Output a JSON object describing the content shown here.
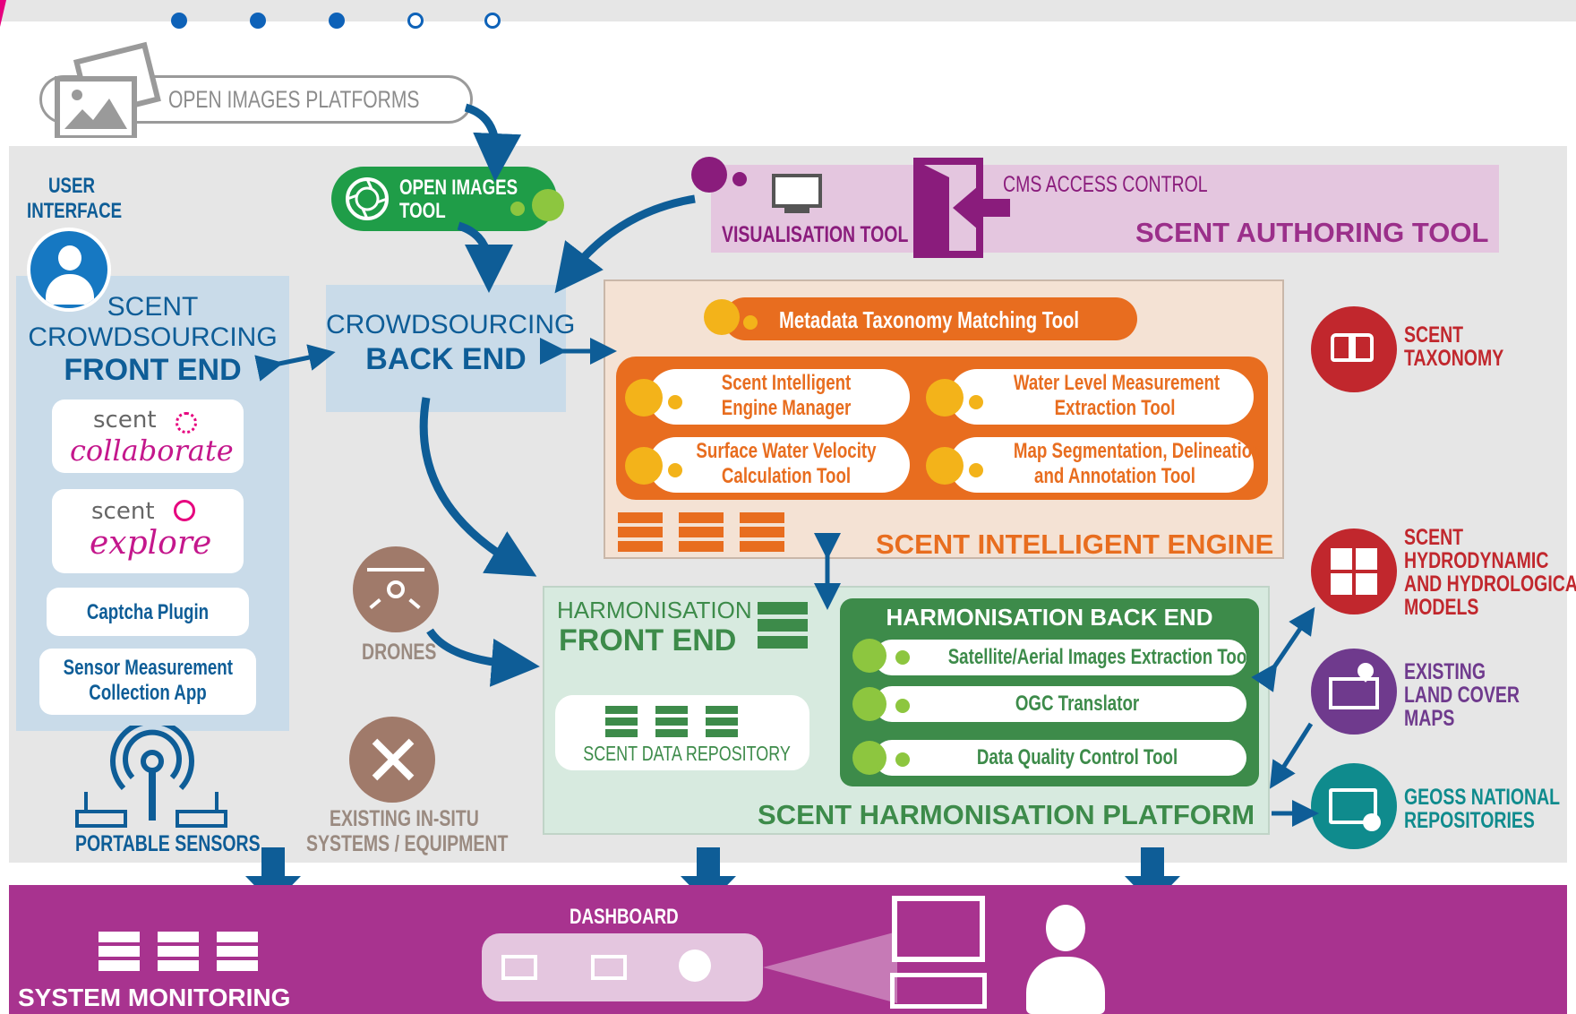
{
  "pager": {
    "dots": [
      "filled",
      "filled",
      "filled",
      "empty",
      "empty"
    ]
  },
  "open_images_platforms": "OPEN IMAGES PLATFORMS",
  "open_images_tool": {
    "line1": "OPEN IMAGES",
    "line2": "TOOL"
  },
  "user_interface": {
    "line1": "USER",
    "line2": "INTERFACE"
  },
  "crowdsourcing_front_end": {
    "line1": "SCENT",
    "line2": "CROWDSOURCING",
    "line3": "FRONT END"
  },
  "apps": {
    "collaborate": {
      "brand": "scent",
      "name": "collaborate"
    },
    "explore": {
      "brand": "scent",
      "name": "explore"
    },
    "captcha": "Captcha Plugin",
    "sensor": {
      "line1": "Sensor Measurement",
      "line2": "Collection App"
    }
  },
  "crowdsourcing_back_end": {
    "line1": "CROWDSOURCING",
    "line2": "BACK END"
  },
  "authoring": {
    "visualisation": "VISUALISATION TOOL",
    "cms": "CMS ACCESS CONTROL",
    "title": "SCENT AUTHORING TOOL"
  },
  "intelligent_engine": {
    "metadata_tool": "Metadata Taxonomy Matching Tool",
    "tools": [
      {
        "line1": "Scent Intelligent",
        "line2": "Engine Manager"
      },
      {
        "line1": "Water Level Measurement",
        "line2": "Extraction Tool"
      },
      {
        "line1": "Surface Water Velocity",
        "line2": "Calculation Tool"
      },
      {
        "line1": "Map Segmentation, Delineation",
        "line2": "and Annotation Tool"
      }
    ],
    "title": "SCENT INTELLIGENT ENGINE"
  },
  "right_services": {
    "taxonomy": {
      "line1": "SCENT",
      "line2": "TAXONOMY"
    },
    "models": {
      "line1": "SCENT",
      "line2": "HYDRODYNAMIC",
      "line3": "AND HYDROLOGICAL",
      "line4": "MODELS"
    },
    "land_cover": {
      "line1": "EXISTING",
      "line2": "LAND COVER",
      "line3": "MAPS"
    },
    "geoss": {
      "line1": "GEOSS NATIONAL",
      "line2": "REPOSITORIES"
    }
  },
  "drones": "DRONES",
  "in_situ": {
    "line1": "EXISTING IN-SITU",
    "line2": "SYSTEMS / EQUIPMENT"
  },
  "portable_sensors": "PORTABLE SENSORS",
  "harmonisation": {
    "front_end": {
      "line1": "HARMONISATION",
      "line2": "FRONT END"
    },
    "repository": "SCENT DATA REPOSITORY",
    "back_end_title": "HARMONISATION BACK END",
    "tools": [
      "Satellite/Aerial Images Extraction Tool",
      "OGC Translator",
      "Data Quality Control Tool"
    ],
    "platform_title": "SCENT HARMONISATION PLATFORM"
  },
  "bottom": {
    "system_monitoring": "SYSTEM MONITORING",
    "dashboard": "DASHBOARD"
  },
  "colors": {
    "blue": "#0e5d97",
    "green": "#3d8b4a",
    "orange": "#e86d1f",
    "purple": "#9b2f8a",
    "magenta_band": "#a8338f",
    "red": "#c1272d",
    "teal": "#0f8b8d"
  }
}
